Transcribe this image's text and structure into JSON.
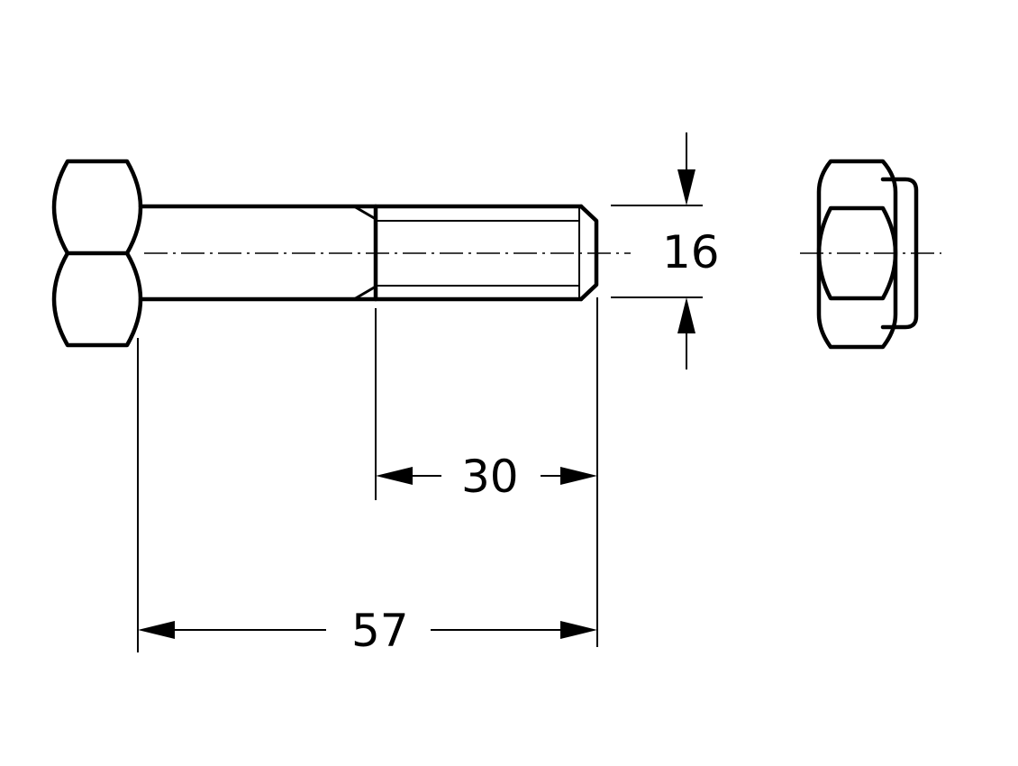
{
  "dimensions": {
    "bolt_diameter": "16",
    "thread_length": "30",
    "shank_length": "57"
  }
}
